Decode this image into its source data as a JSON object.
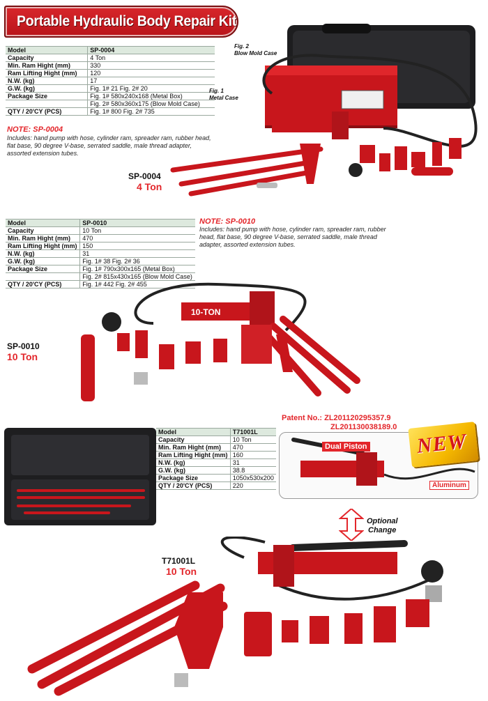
{
  "header": {
    "title": "Portable Hydraulic Body Repair Kit"
  },
  "colors": {
    "brand_red": "#e3262b",
    "table_header": "#dde9de",
    "new_badge": "#f5b800"
  },
  "products": [
    {
      "model_label": "SP-0004",
      "ton_label": "4 Ton",
      "figure_labels": [
        "Fig. 2",
        "Blow Mold Case",
        "Fig. 1",
        "Metal Case"
      ],
      "table": {
        "rows": [
          [
            "Model",
            "SP-0004"
          ],
          [
            "Capacity",
            "4 Ton"
          ],
          [
            "Min. Ram Hight (mm)",
            "330"
          ],
          [
            "Ram Lifting Hight (mm)",
            "120"
          ],
          [
            "N.W. (kg)",
            "17"
          ],
          [
            "G.W. (kg)",
            "Fig. 1# 21     Fig. 2# 20"
          ],
          [
            "Package Size",
            "Fig. 1# 580x240x168 (Metal Box)"
          ],
          [
            "",
            "Fig. 2# 580x360x175 (Blow Mold Case)"
          ],
          [
            "QTY / 20'CY (PCS)",
            "Fig. 1# 800     Fig. 2# 735"
          ]
        ]
      },
      "note_title": "NOTE: SP-0004",
      "note_body": "Includes: hand pump with hose, cylinder ram, spreader ram, rubber head, flat base, 90 degree V-base, serrated saddle, male thread adapter, assorted extension tubes."
    },
    {
      "model_label": "SP-0010",
      "ton_label": "10 Ton",
      "pump_marking": "10-TON",
      "table": {
        "rows": [
          [
            "Model",
            "SP-0010"
          ],
          [
            "Capacity",
            "10 Ton"
          ],
          [
            "Min. Ram Hight (mm)",
            "470"
          ],
          [
            "Ram Lifting Hight (mm)",
            "150"
          ],
          [
            "N.W. (kg)",
            "31"
          ],
          [
            "G.W. (kg)",
            "Fig. 1# 38     Fig. 2# 36"
          ],
          [
            "Package Size",
            "Fig. 1# 790x300x165 (Metal Box)"
          ],
          [
            "",
            "Fig. 2# 815x430x165 (Blow Mold Case)"
          ],
          [
            "QTY / 20'CY (PCS)",
            "Fig. 1# 442     Fig. 2# 455"
          ]
        ]
      },
      "note_title": "NOTE: SP-0010",
      "note_body": "Includes: hand pump with hose, cylinder ram, spreader ram, rubber head, flat base, 90 degree V-base, serrated saddle, male thread adapter, assorted extension tubes."
    },
    {
      "model_label": "T71001L",
      "ton_label": "10 Ton",
      "table": {
        "rows": [
          [
            "Model",
            "T71001L"
          ],
          [
            "Capacity",
            "10 Ton"
          ],
          [
            "Min. Ram Hight (mm)",
            "470"
          ],
          [
            "Ram Lifting Hight (mm)",
            "160"
          ],
          [
            "N.W. (kg)",
            "31"
          ],
          [
            "G.W. (kg)",
            "38.8"
          ],
          [
            "Package Size",
            "1050x530x200"
          ],
          [
            "QTY / 20'CY (PCS)",
            "220"
          ]
        ]
      },
      "patent_title": "Patent No.: ZL201120295357.9",
      "patent_second": "ZL201130038189.0",
      "new_label": "NEW",
      "dual_piston": "Dual Piston",
      "aluminum": "Aluminum",
      "optional_1": "Optional",
      "optional_2": "Change"
    }
  ]
}
